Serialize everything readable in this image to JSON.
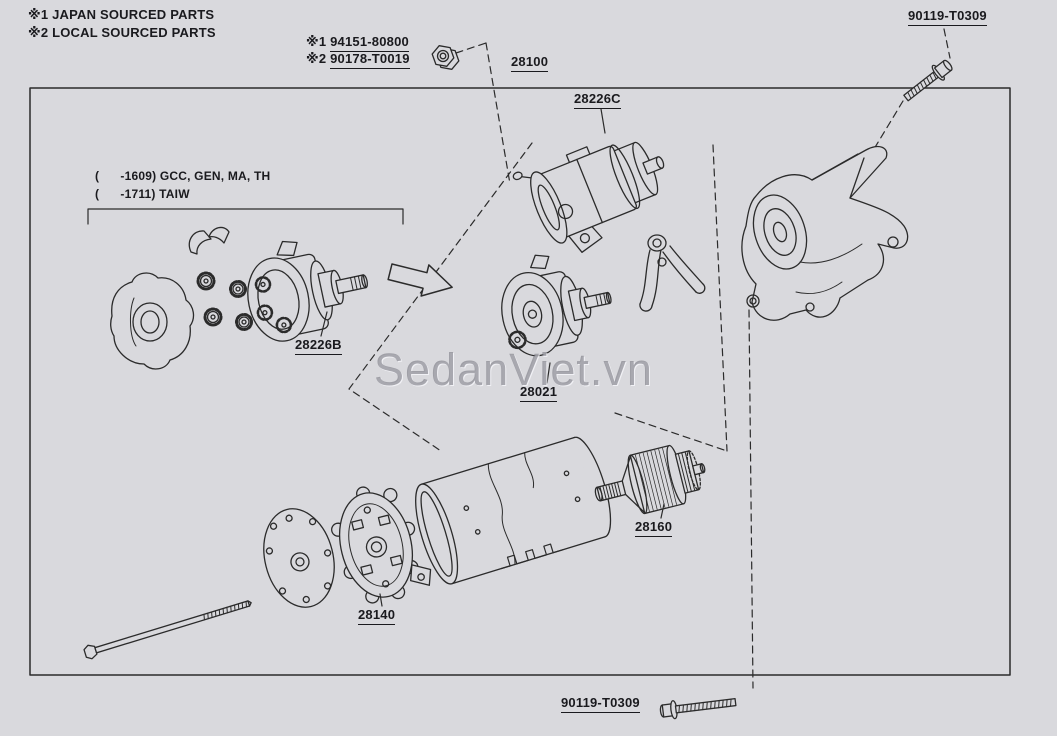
{
  "page": {
    "background": "#d9d9dd",
    "line_color": "#2b2b2b",
    "watermark": "SedanViet.vn"
  },
  "notes": [
    "※1 JAPAN SOURCED PARTS",
    "※2 LOCAL SOURCED PARTS"
  ],
  "fasteners": [
    {
      "prefix": "※1 ",
      "number": "94151-80800"
    },
    {
      "prefix": "※2 ",
      "number": "90178-T0019"
    }
  ],
  "variants": [
    "(      -1609) GCC, GEN, MA, TH",
    "(      -1711) TAIW"
  ],
  "parts": {
    "assembly": "28100",
    "solenoid": "28226C",
    "top_bolt": "90119-T0309",
    "carrier": "28226B",
    "output_gear": "28021",
    "clutch": "28160",
    "brush_holder": "28140",
    "bottom_bolt": "90119-T0309"
  }
}
